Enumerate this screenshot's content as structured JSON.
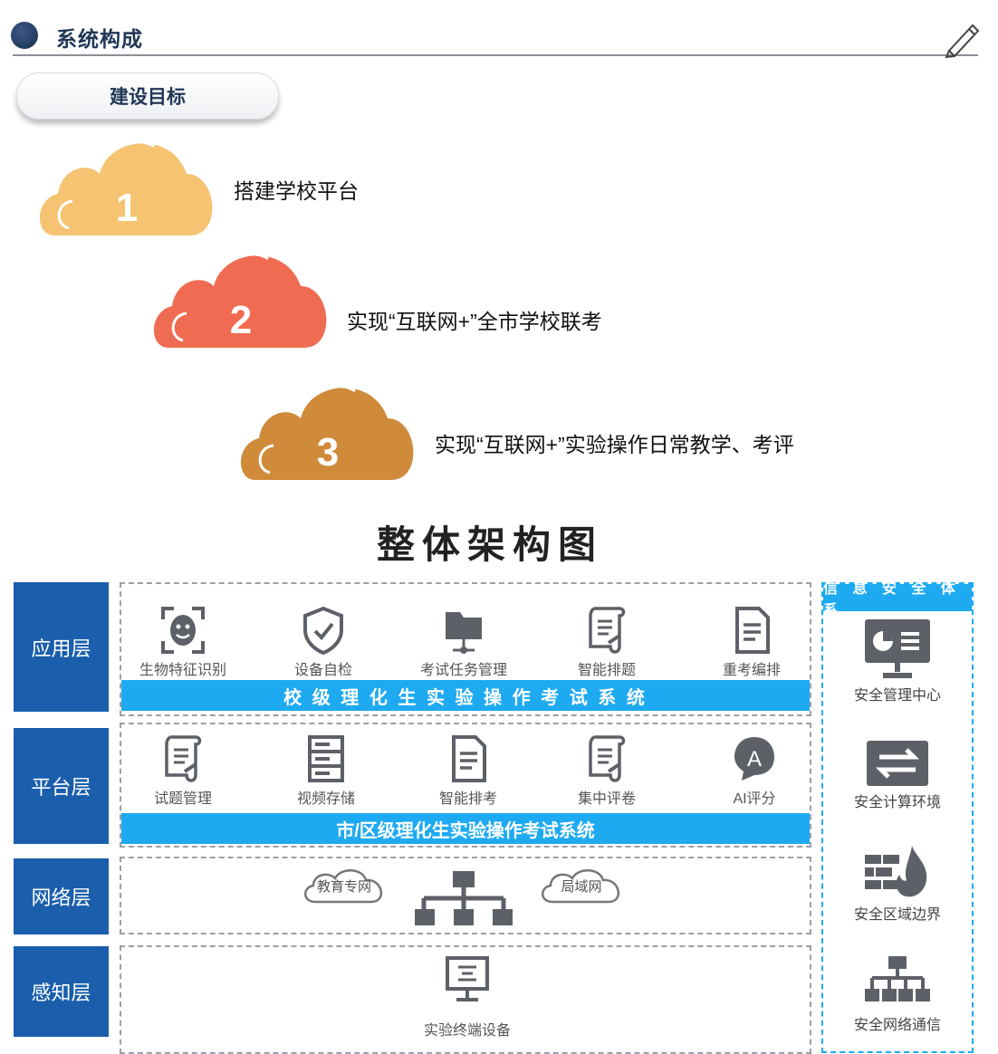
{
  "header": {
    "title": "系统构成",
    "icon": "pen-icon"
  },
  "goal_section": {
    "title": "建设目标",
    "goals": [
      {
        "number": "1",
        "text": "搭建学校平台",
        "color": "#f5c371"
      },
      {
        "number": "2",
        "text": "实现“互联网+”全市学校联考",
        "color": "#ef6b51"
      },
      {
        "number": "3",
        "text": "实现“互联网+”实验操作日常教学、考评",
        "color": "#cf8a3a"
      }
    ]
  },
  "diagram": {
    "title": "整体架构图",
    "layers": {
      "application": "应用层",
      "platform": "平台层",
      "network": "网络层",
      "perception": "感知层"
    },
    "app_items": [
      {
        "label": "生物特征识别",
        "icon": "face-scan-icon"
      },
      {
        "label": "设备自检",
        "icon": "shield-check-icon"
      },
      {
        "label": "考试任务管理",
        "icon": "folder-network-icon"
      },
      {
        "label": "智能排题",
        "icon": "scroll-icon"
      },
      {
        "label": "重考编排",
        "icon": "document-icon"
      }
    ],
    "app_bar": "校 级 理 化 生 实 验 操 作 考 试 系 统",
    "platform_items": [
      {
        "label": "试题管理",
        "icon": "scroll-icon"
      },
      {
        "label": "视频存储",
        "icon": "server-icon"
      },
      {
        "label": "智能排考",
        "icon": "document-icon"
      },
      {
        "label": "集中评卷",
        "icon": "scroll-icon"
      },
      {
        "label": "AI评分",
        "icon": "ai-chat-icon"
      }
    ],
    "platform_bar": "市/区级理化生实验操作考试系统",
    "network": {
      "cloud_left": "教育专网",
      "cloud_right": "局域网",
      "hub_icon": "network-hub-icon"
    },
    "perception": {
      "device_label": "实验终端设备",
      "icon": "monitor-icon"
    },
    "security": {
      "title": "信 息 安 全 体 系",
      "items": [
        {
          "label": "安全管理中心",
          "icon": "monitor-icon"
        },
        {
          "label": "安全计算环境",
          "icon": "exchange-icon"
        },
        {
          "label": "安全区域边界",
          "icon": "firewall-icon"
        },
        {
          "label": "安全网络通信",
          "icon": "network-hub-icon"
        }
      ]
    }
  },
  "colors": {
    "layer_blue": "#1a5eac",
    "bar_cyan": "#1eaaf1",
    "icon_gray": "#5d6167"
  }
}
